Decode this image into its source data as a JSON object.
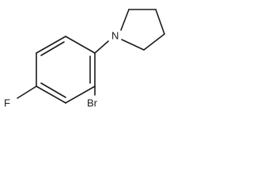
{
  "structure": {
    "atoms": {
      "nitrogen": "N",
      "bromine": "Br",
      "fluorine": "F"
    },
    "colors": {
      "bond": "#1a1a1a",
      "label": "#1a1a1a",
      "background": "#ffffff"
    }
  }
}
